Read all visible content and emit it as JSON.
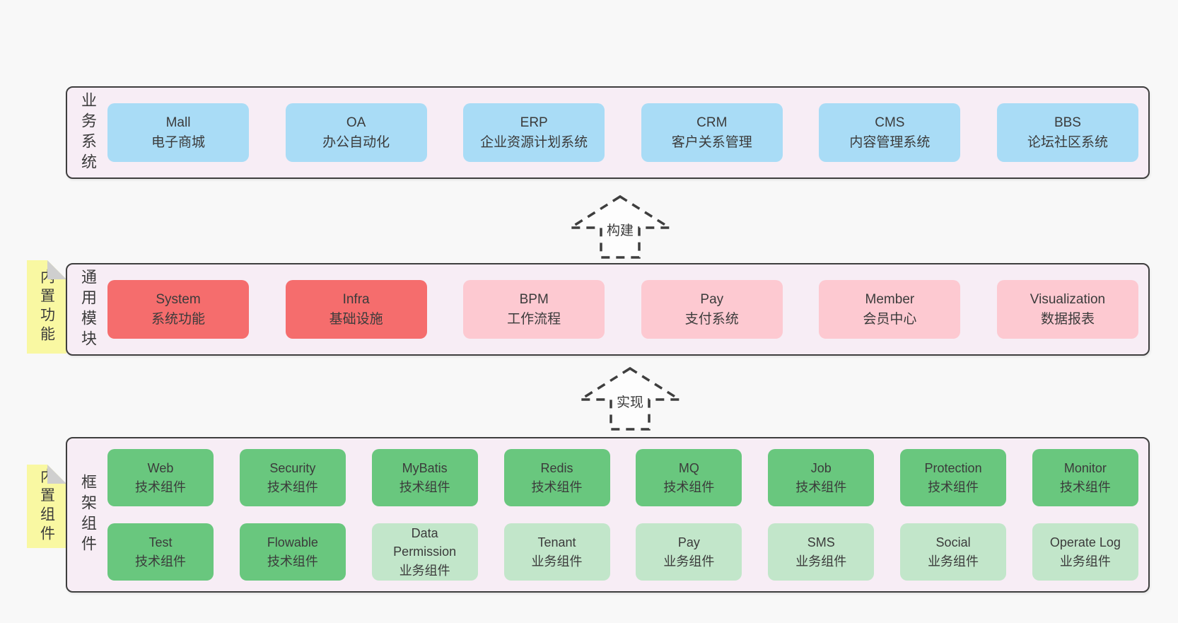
{
  "palette": {
    "page_bg": "#f8f8f8",
    "container_bg": "#f7edf5",
    "container_border": "#3e3e3e",
    "arrow_fill": "#fdfdfd",
    "text": "#3b3b3b",
    "blue": "#a9dcf6",
    "red": "#f56d6d",
    "pink": "#fdc9d1",
    "green": "#69c77e",
    "light_green": "#c2e6ca",
    "note_yellow": "#f9f8a2",
    "note_fold": "#cfcfcf"
  },
  "arrows": [
    {
      "id": "build",
      "label": "构建"
    },
    {
      "id": "implement",
      "label": "实现"
    }
  ],
  "layers": [
    {
      "id": "business-systems",
      "side_label": "业务系统",
      "note": null,
      "rows": [
        [
          {
            "title": "Mall",
            "subtitle": "电子商城",
            "variant": "blue"
          },
          {
            "title": "OA",
            "subtitle": "办公自动化",
            "variant": "blue"
          },
          {
            "title": "ERP",
            "subtitle": "企业资源计划系统",
            "variant": "blue"
          },
          {
            "title": "CRM",
            "subtitle": "客户关系管理",
            "variant": "blue"
          },
          {
            "title": "CMS",
            "subtitle": "内容管理系统",
            "variant": "blue"
          },
          {
            "title": "BBS",
            "subtitle": "论坛社区系统",
            "variant": "blue"
          }
        ]
      ]
    },
    {
      "id": "common-modules",
      "side_label": "通用模块",
      "note": "内置功能",
      "rows": [
        [
          {
            "title": "System",
            "subtitle": "系统功能",
            "variant": "red"
          },
          {
            "title": "Infra",
            "subtitle": "基础设施",
            "variant": "red"
          },
          {
            "title": "BPM",
            "subtitle": "工作流程",
            "variant": "pink"
          },
          {
            "title": "Pay",
            "subtitle": "支付系统",
            "variant": "pink"
          },
          {
            "title": "Member",
            "subtitle": "会员中心",
            "variant": "pink"
          },
          {
            "title": "Visualization",
            "subtitle": "数据报表",
            "variant": "pink"
          }
        ]
      ]
    },
    {
      "id": "framework-components",
      "side_label": "框架组件",
      "note": "内置组件",
      "rows": [
        [
          {
            "title": "Web",
            "subtitle": "技术组件",
            "variant": "green"
          },
          {
            "title": "Security",
            "subtitle": "技术组件",
            "variant": "green"
          },
          {
            "title": "MyBatis",
            "subtitle": "技术组件",
            "variant": "green"
          },
          {
            "title": "Redis",
            "subtitle": "技术组件",
            "variant": "green"
          },
          {
            "title": "MQ",
            "subtitle": "技术组件",
            "variant": "green"
          },
          {
            "title": "Job",
            "subtitle": "技术组件",
            "variant": "green"
          },
          {
            "title": "Protection",
            "subtitle": "技术组件",
            "variant": "green"
          },
          {
            "title": "Monitor",
            "subtitle": "技术组件",
            "variant": "green"
          }
        ],
        [
          {
            "title": "Test",
            "subtitle": "技术组件",
            "variant": "green"
          },
          {
            "title": "Flowable",
            "subtitle": "技术组件",
            "variant": "green"
          },
          {
            "title": "Data Permission",
            "subtitle": "业务组件",
            "variant": "light_green"
          },
          {
            "title": "Tenant",
            "subtitle": "业务组件",
            "variant": "light_green"
          },
          {
            "title": "Pay",
            "subtitle": "业务组件",
            "variant": "light_green"
          },
          {
            "title": "SMS",
            "subtitle": "业务组件",
            "variant": "light_green"
          },
          {
            "title": "Social",
            "subtitle": "业务组件",
            "variant": "light_green"
          },
          {
            "title": "Operate Log",
            "subtitle": "业务组件",
            "variant": "light_green"
          }
        ]
      ]
    }
  ]
}
